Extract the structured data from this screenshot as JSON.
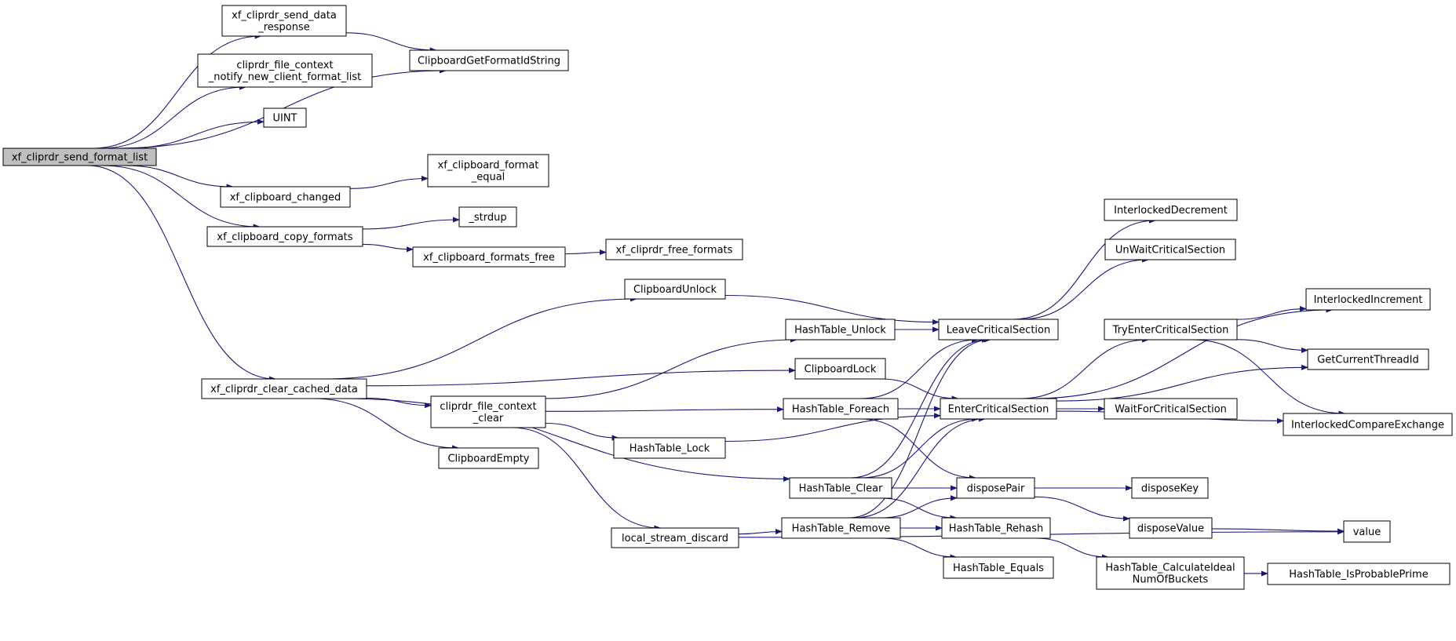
{
  "colors": {
    "edge": "#191970",
    "node_fill": "#ffffff",
    "root_fill": "#bfbfbf",
    "border": "#000000"
  },
  "nodes": [
    {
      "id": "root",
      "lines": [
        "xf_cliprdr_send_format_list"
      ],
      "root": true
    },
    {
      "id": "send_data_response",
      "lines": [
        "xf_cliprdr_send_data",
        "_response"
      ]
    },
    {
      "id": "notify_new_client",
      "lines": [
        "cliprdr_file_context",
        "_notify_new_client_format_list"
      ]
    },
    {
      "id": "uint",
      "lines": [
        "UINT"
      ]
    },
    {
      "id": "format_id_string",
      "lines": [
        "ClipboardGetFormatIdString"
      ]
    },
    {
      "id": "format_equal",
      "lines": [
        "xf_clipboard_format",
        "_equal"
      ]
    },
    {
      "id": "clipboard_changed",
      "lines": [
        "xf_clipboard_changed"
      ]
    },
    {
      "id": "strdup",
      "lines": [
        "_strdup"
      ]
    },
    {
      "id": "copy_formats",
      "lines": [
        "xf_clipboard_copy_formats"
      ]
    },
    {
      "id": "formats_free",
      "lines": [
        "xf_clipboard_formats_free"
      ]
    },
    {
      "id": "free_formats",
      "lines": [
        "xf_cliprdr_free_formats"
      ]
    },
    {
      "id": "clipboard_unlock",
      "lines": [
        "ClipboardUnlock"
      ]
    },
    {
      "id": "interlocked_decrement",
      "lines": [
        "InterlockedDecrement"
      ]
    },
    {
      "id": "unwait_cs",
      "lines": [
        "UnWaitCriticalSection"
      ]
    },
    {
      "id": "hashtable_unlock",
      "lines": [
        "HashTable_Unlock"
      ]
    },
    {
      "id": "leave_cs",
      "lines": [
        "LeaveCriticalSection"
      ]
    },
    {
      "id": "try_enter_cs",
      "lines": [
        "TryEnterCriticalSection"
      ]
    },
    {
      "id": "interlocked_increment",
      "lines": [
        "InterlockedIncrement"
      ]
    },
    {
      "id": "clear_cached_data",
      "lines": [
        "xf_cliprdr_clear_cached_data"
      ]
    },
    {
      "id": "clipboard_lock",
      "lines": [
        "ClipboardLock"
      ]
    },
    {
      "id": "get_thread_id",
      "lines": [
        "GetCurrentThreadId"
      ]
    },
    {
      "id": "file_context_clear",
      "lines": [
        "cliprdr_file_context",
        "_clear"
      ]
    },
    {
      "id": "hashtable_foreach",
      "lines": [
        "HashTable_Foreach"
      ]
    },
    {
      "id": "enter_cs",
      "lines": [
        "EnterCriticalSection"
      ]
    },
    {
      "id": "wait_cs",
      "lines": [
        "WaitForCriticalSection"
      ]
    },
    {
      "id": "interlocked_cmpxchg",
      "lines": [
        "InterlockedCompareExchange"
      ]
    },
    {
      "id": "hashtable_lock",
      "lines": [
        "HashTable_Lock"
      ]
    },
    {
      "id": "clipboard_empty",
      "lines": [
        "ClipboardEmpty"
      ]
    },
    {
      "id": "hashtable_clear",
      "lines": [
        "HashTable_Clear"
      ]
    },
    {
      "id": "dispose_pair",
      "lines": [
        "disposePair"
      ]
    },
    {
      "id": "dispose_key",
      "lines": [
        "disposeKey"
      ]
    },
    {
      "id": "local_stream_discard",
      "lines": [
        "local_stream_discard"
      ]
    },
    {
      "id": "hashtable_remove",
      "lines": [
        "HashTable_Remove"
      ]
    },
    {
      "id": "hashtable_rehash",
      "lines": [
        "HashTable_Rehash"
      ]
    },
    {
      "id": "dispose_value",
      "lines": [
        "disposeValue"
      ]
    },
    {
      "id": "value",
      "lines": [
        "value"
      ]
    },
    {
      "id": "hashtable_equals",
      "lines": [
        "HashTable_Equals"
      ]
    },
    {
      "id": "calc_ideal_buckets",
      "lines": [
        "HashTable_CalculateIdeal",
        "NumOfBuckets"
      ]
    },
    {
      "id": "is_probable_prime",
      "lines": [
        "HashTable_IsProbablePrime"
      ]
    }
  ],
  "edges": [
    [
      "root",
      "send_data_response"
    ],
    [
      "root",
      "notify_new_client"
    ],
    [
      "root",
      "uint"
    ],
    [
      "root",
      "format_id_string"
    ],
    [
      "root",
      "clipboard_changed"
    ],
    [
      "root",
      "copy_formats"
    ],
    [
      "root",
      "clear_cached_data"
    ],
    [
      "send_data_response",
      "format_id_string"
    ],
    [
      "clipboard_changed",
      "format_equal"
    ],
    [
      "copy_formats",
      "strdup"
    ],
    [
      "copy_formats",
      "formats_free"
    ],
    [
      "formats_free",
      "free_formats"
    ],
    [
      "clear_cached_data",
      "clipboard_unlock"
    ],
    [
      "clear_cached_data",
      "clipboard_lock"
    ],
    [
      "clear_cached_data",
      "file_context_clear"
    ],
    [
      "clear_cached_data",
      "clipboard_empty"
    ],
    [
      "clear_cached_data",
      "hashtable_clear"
    ],
    [
      "clipboard_unlock",
      "leave_cs"
    ],
    [
      "clipboard_lock",
      "enter_cs"
    ],
    [
      "file_context_clear",
      "hashtable_unlock"
    ],
    [
      "file_context_clear",
      "hashtable_foreach"
    ],
    [
      "file_context_clear",
      "hashtable_lock"
    ],
    [
      "file_context_clear",
      "local_stream_discard"
    ],
    [
      "hashtable_unlock",
      "leave_cs"
    ],
    [
      "hashtable_foreach",
      "leave_cs"
    ],
    [
      "hashtable_foreach",
      "enter_cs"
    ],
    [
      "hashtable_foreach",
      "dispose_pair"
    ],
    [
      "hashtable_lock",
      "enter_cs"
    ],
    [
      "hashtable_clear",
      "leave_cs"
    ],
    [
      "hashtable_clear",
      "enter_cs"
    ],
    [
      "hashtable_clear",
      "dispose_pair"
    ],
    [
      "hashtable_clear",
      "hashtable_rehash"
    ],
    [
      "hashtable_remove",
      "leave_cs"
    ],
    [
      "hashtable_remove",
      "enter_cs"
    ],
    [
      "hashtable_remove",
      "dispose_pair"
    ],
    [
      "hashtable_remove",
      "hashtable_rehash"
    ],
    [
      "hashtable_remove",
      "hashtable_equals"
    ],
    [
      "local_stream_discard",
      "hashtable_remove"
    ],
    [
      "local_stream_discard",
      "value"
    ],
    [
      "leave_cs",
      "interlocked_decrement"
    ],
    [
      "leave_cs",
      "unwait_cs"
    ],
    [
      "enter_cs",
      "try_enter_cs"
    ],
    [
      "enter_cs",
      "interlocked_increment"
    ],
    [
      "enter_cs",
      "get_thread_id"
    ],
    [
      "enter_cs",
      "wait_cs"
    ],
    [
      "enter_cs",
      "interlocked_cmpxchg"
    ],
    [
      "try_enter_cs",
      "interlocked_increment"
    ],
    [
      "try_enter_cs",
      "get_thread_id"
    ],
    [
      "try_enter_cs",
      "interlocked_cmpxchg"
    ],
    [
      "dispose_pair",
      "dispose_key"
    ],
    [
      "dispose_pair",
      "dispose_value"
    ],
    [
      "dispose_value",
      "value"
    ],
    [
      "hashtable_rehash",
      "calc_ideal_buckets"
    ],
    [
      "calc_ideal_buckets",
      "is_probable_prime"
    ]
  ]
}
